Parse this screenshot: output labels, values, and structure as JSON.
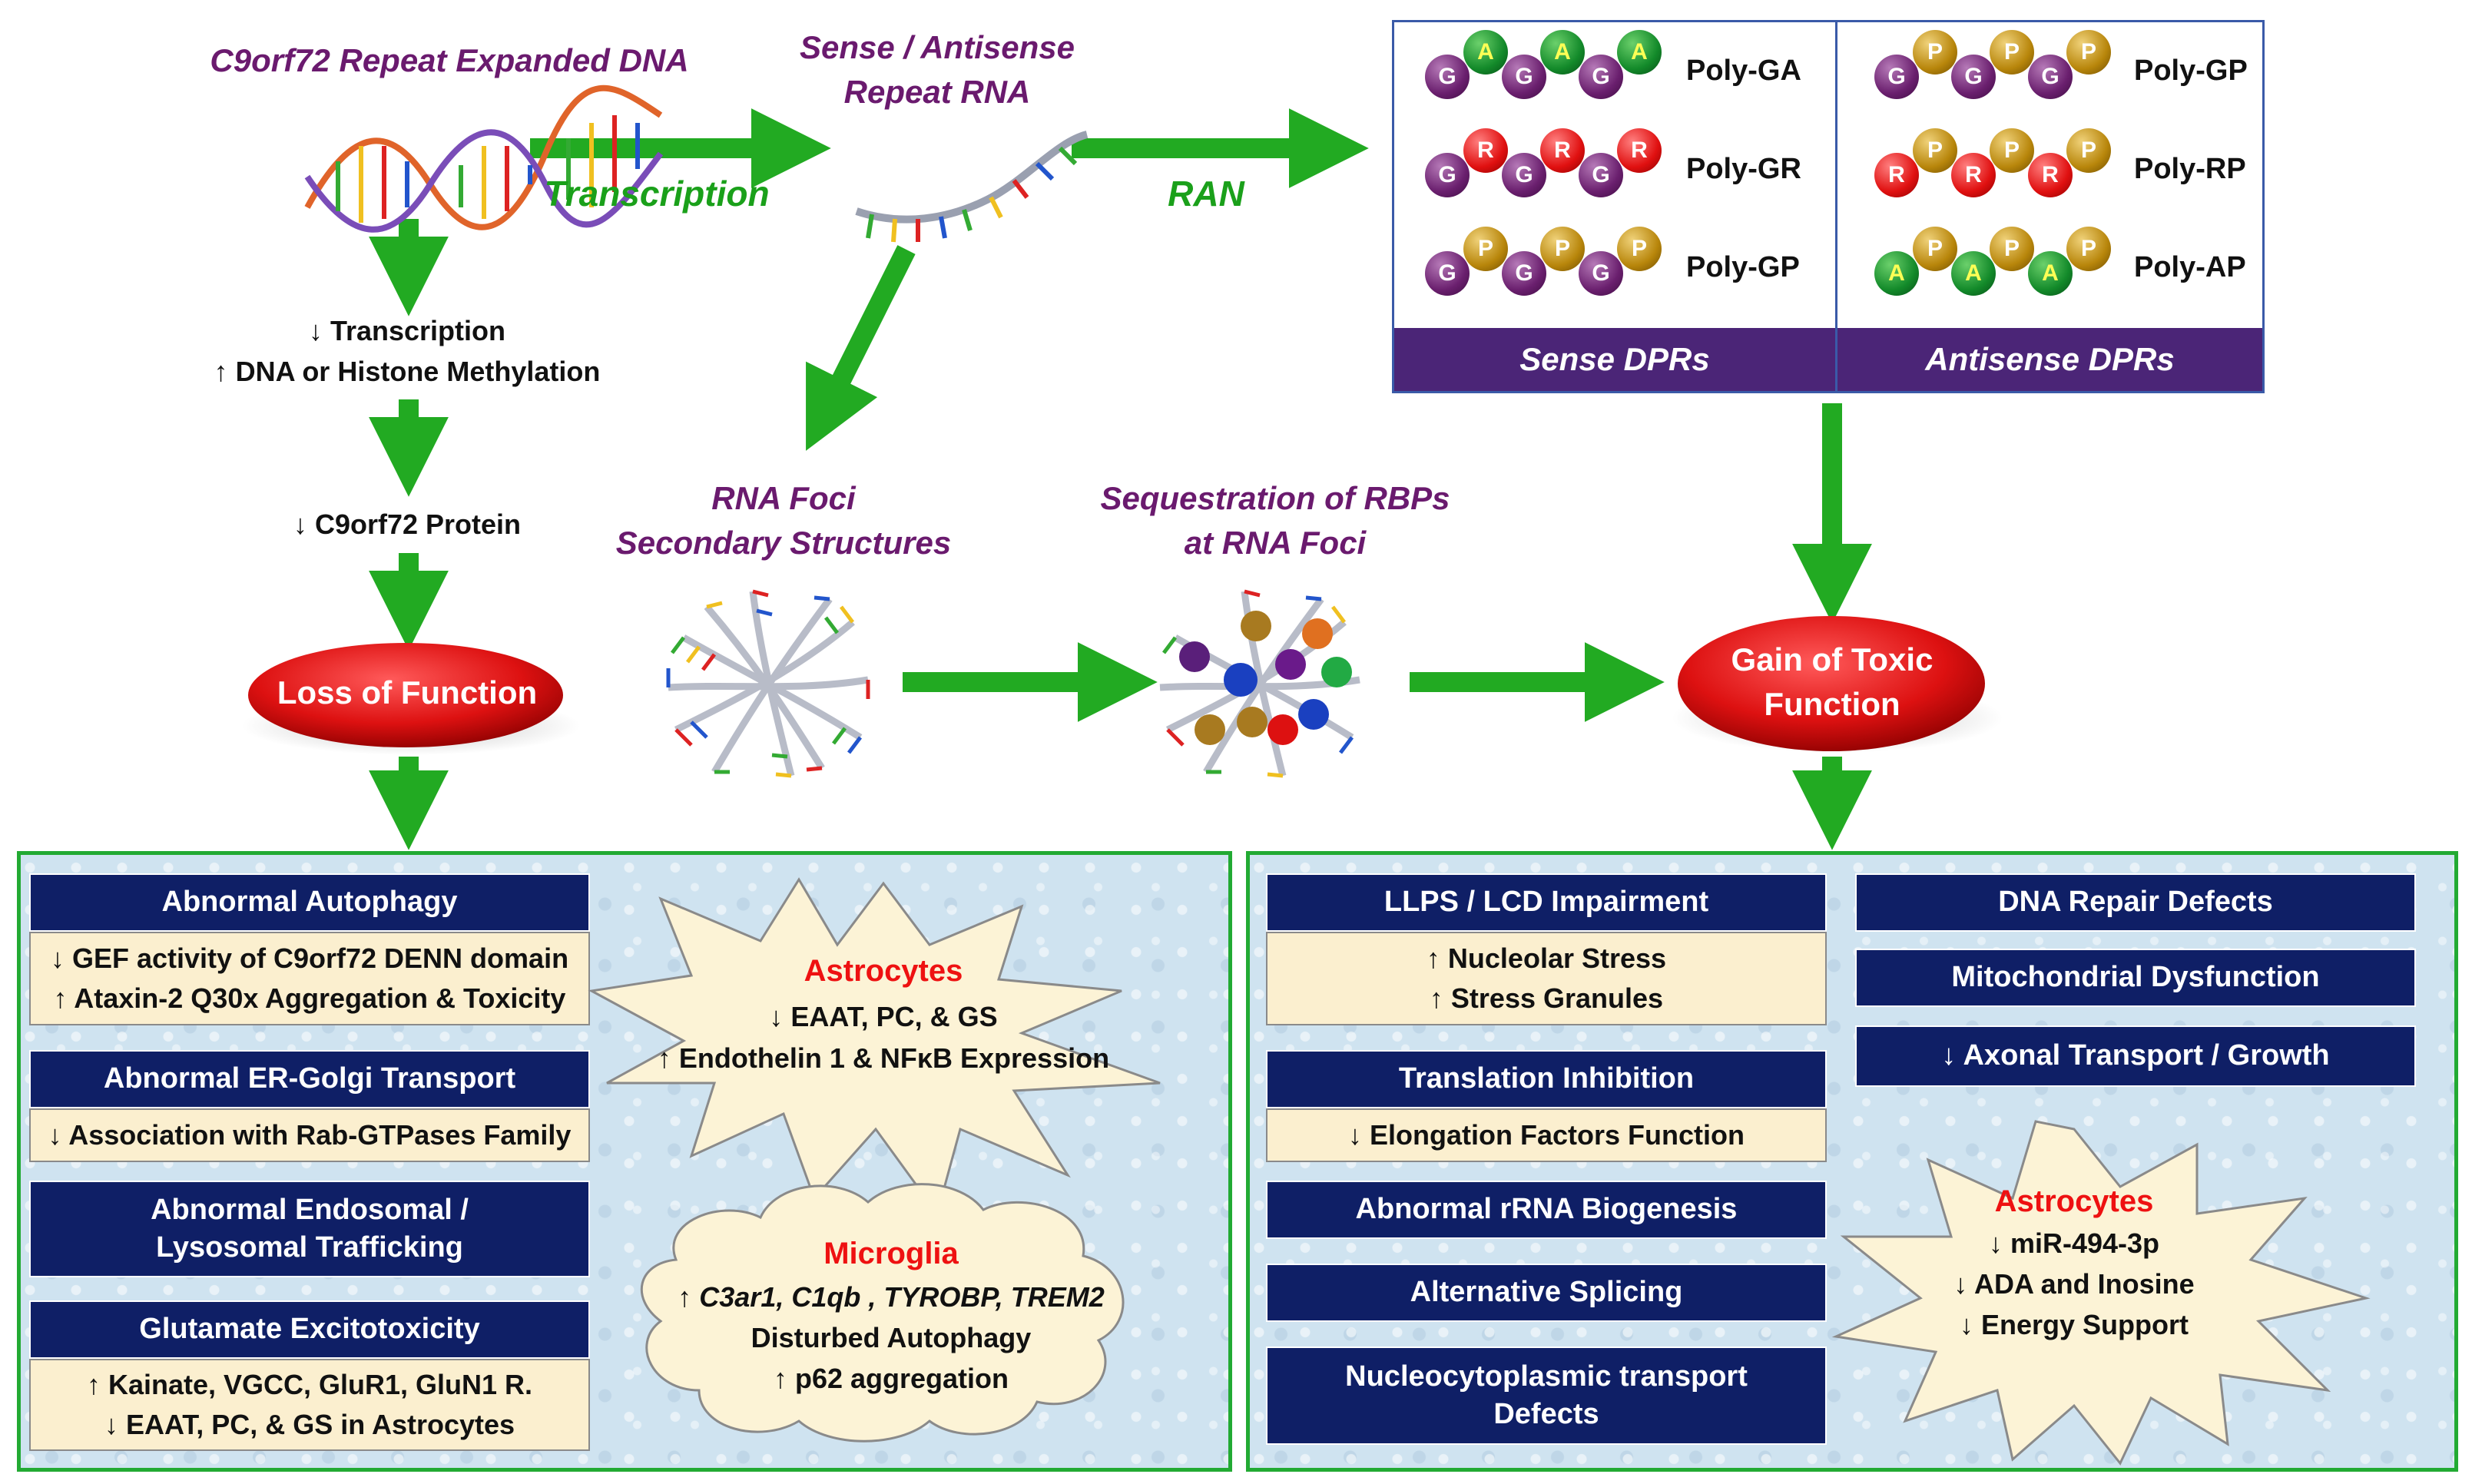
{
  "top": {
    "dna_title": "C9orf72 Repeat Expanded DNA",
    "rna_title_line1": "Sense / Antisense",
    "rna_title_line2": "Repeat RNA",
    "transcription": "Transcription",
    "ran": "RAN",
    "loss_line1": "↓ Transcription",
    "loss_line2": "↑ DNA or Histone Methylation",
    "loss_line3": "↓ C9orf72 Protein",
    "foci_line1": "RNA Foci",
    "foci_line2": "Secondary Structures",
    "seq_line1": "Sequestration of RBPs",
    "seq_line2": "at RNA Foci"
  },
  "dpr": {
    "sense": [
      {
        "label": "Poly-GA",
        "beads": [
          "G",
          "A",
          "G",
          "A",
          "G",
          "A"
        ]
      },
      {
        "label": "Poly-GR",
        "beads": [
          "G",
          "R",
          "G",
          "R",
          "G",
          "R"
        ]
      },
      {
        "label": "Poly-GP",
        "beads": [
          "G",
          "P",
          "G",
          "P",
          "G",
          "P"
        ]
      }
    ],
    "antisense": [
      {
        "label": "Poly-GP",
        "beads": [
          "G",
          "P",
          "G",
          "P",
          "G",
          "P"
        ]
      },
      {
        "label": "Poly-RP",
        "beads": [
          "R",
          "P",
          "R",
          "P",
          "R",
          "P"
        ]
      },
      {
        "label": "Poly-AP",
        "beads": [
          "A",
          "P",
          "A",
          "P",
          "A",
          "P"
        ]
      }
    ],
    "sense_footer": "Sense DPRs",
    "antisense_footer": "Antisense DPRs"
  },
  "outcomes": {
    "loss": "Loss of Function",
    "gain_line1": "Gain of Toxic",
    "gain_line2": "Function"
  },
  "left_panel": {
    "autophagy": {
      "title": "Abnormal Autophagy",
      "line1": "↓ GEF activity of C9orf72 DENN domain",
      "line2": "↑ Ataxin-2 Q30x Aggregation & Toxicity"
    },
    "ergolgi": {
      "title": "Abnormal ER-Golgi Transport",
      "line1": "↓ Association with Rab-GTPases Family"
    },
    "endosomal": {
      "line1": "Abnormal Endosomal /",
      "line2": "Lysosomal Trafficking"
    },
    "glutamate": {
      "title": "Glutamate Excitotoxicity",
      "line1": "↑ Kainate, VGCC, GluR1, GluN1 R.",
      "line2": "↓ EAAT, PC, & GS in Astrocytes"
    },
    "astrocytes": {
      "title": "Astrocytes",
      "line1": "↓ EAAT, PC, & GS",
      "line2": "↑ Endothelin 1 & NFκB Expression"
    },
    "microglia": {
      "title": "Microglia",
      "line1_arrow": "↑ ",
      "line1_genes": "C3ar1, C1qb , TYROBP, TREM2",
      "line2": "Disturbed Autophagy",
      "line3": "↑ p62 aggregation"
    }
  },
  "right_panel": {
    "llps": {
      "title": "LLPS / LCD Impairment",
      "line1": "↑ Nucleolar Stress",
      "line2": "↑ Stress Granules"
    },
    "translation": {
      "title": "Translation Inhibition",
      "line1": "↓ Elongation Factors Function"
    },
    "rrna": "Abnormal rRNA Biogenesis",
    "splicing": "Alternative Splicing",
    "nucleo_line1": "Nucleocytoplasmic transport",
    "nucleo_line2": "Defects",
    "dna_repair": "DNA Repair Defects",
    "mito": "Mitochondrial Dysfunction",
    "axonal": "↓ Axonal Transport / Growth",
    "astrocytes": {
      "title": "Astrocytes",
      "line1": "↓ miR-494-3p",
      "line2": "↓ ADA and Inosine",
      "line3": "↓ Energy Support"
    }
  },
  "colors": {
    "arrow": "#22aa22",
    "navy": "#0f1f66",
    "oval": "#dd1111",
    "dpr_footer": "#4b2577"
  }
}
